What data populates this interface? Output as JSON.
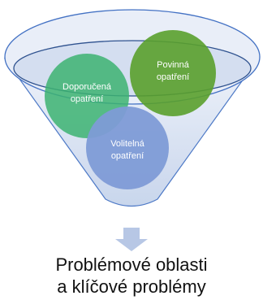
{
  "diagram": {
    "circles": [
      {
        "id": "recommended",
        "label": "Doporučená\nopatření",
        "color": "#3CB371"
      },
      {
        "id": "mandatory",
        "label": "Povinná\nopatření",
        "color": "#5AA02C"
      },
      {
        "id": "optional",
        "label": "Volitelná\nopatření",
        "color": "#7E9BD6"
      }
    ],
    "caption_line1": "Problémové oblasti",
    "caption_line2": "a klíčové problémy"
  },
  "colors": {
    "funnel_rim": "#4472C4",
    "funnel_fill": "#D6E0F0",
    "arrow": "#B7C7E5"
  }
}
